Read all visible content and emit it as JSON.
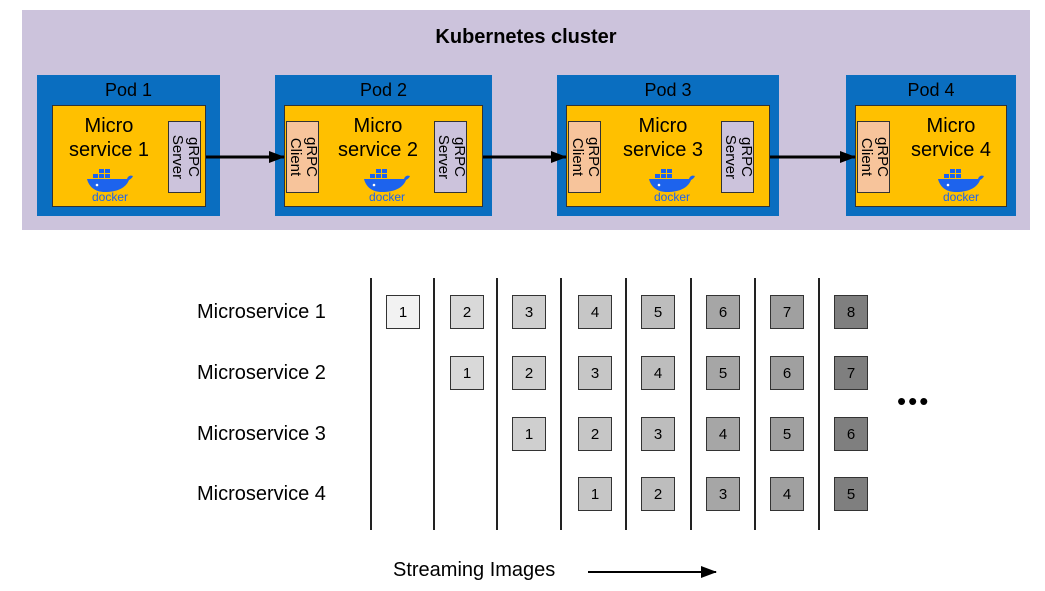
{
  "cluster": {
    "title": "Kubernetes cluster"
  },
  "pods": [
    {
      "label": "Pod 1",
      "ms_line1": "Micro",
      "ms_line2": "service 1",
      "client": null,
      "server": "gRPC\nServer",
      "docker": "docker"
    },
    {
      "label": "Pod 2",
      "ms_line1": "Micro",
      "ms_line2": "service 2",
      "client": "gRPC\nClient",
      "server": "gRPC\nServer",
      "docker": "docker"
    },
    {
      "label": "Pod 3",
      "ms_line1": "Micro",
      "ms_line2": "service 3",
      "client": "gRPC\nClient",
      "server": "gRPC\nServer",
      "docker": "docker"
    },
    {
      "label": "Pod 4",
      "ms_line1": "Micro",
      "ms_line2": "service 4",
      "client": "gRPC\nClient",
      "server": null,
      "docker": "docker"
    }
  ],
  "pipeline": {
    "rows": [
      "Microservice 1",
      "Microservice 2",
      "Microservice 3",
      "Microservice 4"
    ],
    "frames": [
      [
        "1",
        "2",
        "3",
        "4",
        "5",
        "6",
        "7",
        "8"
      ],
      [
        "",
        "1",
        "2",
        "3",
        "4",
        "5",
        "6",
        "7"
      ],
      [
        "",
        "",
        "1",
        "2",
        "3",
        "4",
        "5",
        "6"
      ],
      [
        "",
        "",
        "",
        "1",
        "2",
        "3",
        "4",
        "5"
      ]
    ],
    "ellipsis": "•••",
    "footer": "Streaming Images"
  },
  "colors": {
    "cluster": "#ccc3dc",
    "pod": "#0a6ec0",
    "microservice": "#ffc000",
    "grpc_server": "#ccc3dc",
    "grpc_client": "#f7c49b",
    "docker": "#1d63ed",
    "frame_shades": [
      "#f2f2f2",
      "#d9d9d9",
      "#cfcfcf",
      "#c6c6c6",
      "#bdbdbd",
      "#a6a6a6",
      "#a0a0a0",
      "#7f7f7f"
    ]
  }
}
